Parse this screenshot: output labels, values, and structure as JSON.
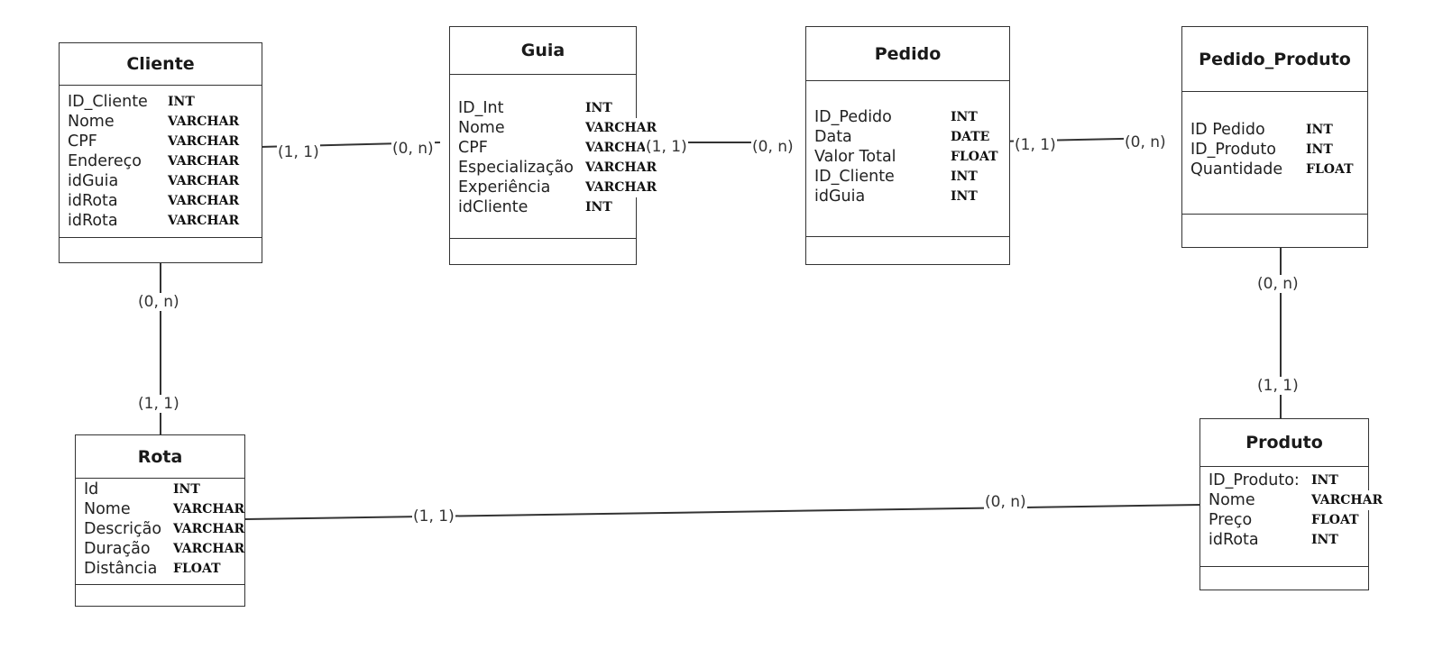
{
  "entities": {
    "cliente": {
      "name": "Cliente",
      "attributes": [
        {
          "name": "ID_Cliente",
          "type": "INT"
        },
        {
          "name": "Nome",
          "type": "VARCHAR"
        },
        {
          "name": "CPF",
          "type": "VARCHAR"
        },
        {
          "name": "Endereço",
          "type": "VARCHAR"
        },
        {
          "name": "idGuia",
          "type": "VARCHAR"
        },
        {
          "name": "idRota",
          "type": "VARCHAR"
        },
        {
          "name": "idRota",
          "type": "VARCHAR"
        }
      ]
    },
    "guia": {
      "name": "Guia",
      "attributes": [
        {
          "name": "ID_Int",
          "type": "INT"
        },
        {
          "name": "Nome",
          "type": "VARCHAR"
        },
        {
          "name": "CPF",
          "type": "VARCHAR"
        },
        {
          "name": "Especialização",
          "type": "VARCHAR"
        },
        {
          "name": "Experiência",
          "type": "VARCHAR"
        },
        {
          "name": "idCliente",
          "type": "INT"
        }
      ]
    },
    "pedido": {
      "name": "Pedido",
      "attributes": [
        {
          "name": "ID_Pedido",
          "type": "INT"
        },
        {
          "name": "Data",
          "type": "DATE"
        },
        {
          "name": "Valor Total",
          "type": "FLOAT"
        },
        {
          "name": "ID_Cliente",
          "type": "INT"
        },
        {
          "name": "idGuia",
          "type": "INT"
        }
      ]
    },
    "pedido_produto": {
      "name": "Pedido_Produto",
      "attributes": [
        {
          "name": "ID Pedido",
          "type": "INT"
        },
        {
          "name": "ID_Produto",
          "type": "INT"
        },
        {
          "name": "Quantidade",
          "type": "FLOAT"
        }
      ]
    },
    "rota": {
      "name": "Rota",
      "attributes": [
        {
          "name": "Id",
          "type": "INT"
        },
        {
          "name": "Nome",
          "type": "VARCHAR"
        },
        {
          "name": "Descrição",
          "type": "VARCHAR"
        },
        {
          "name": "Duração",
          "type": "VARCHAR"
        },
        {
          "name": "Distância",
          "type": "FLOAT"
        }
      ]
    },
    "produto": {
      "name": "Produto",
      "attributes": [
        {
          "name": "ID_Produto:",
          "type": "INT"
        },
        {
          "name": "Nome",
          "type": "VARCHAR"
        },
        {
          "name": "Preço",
          "type": "FLOAT"
        },
        {
          "name": "idRota",
          "type": "INT"
        }
      ]
    }
  },
  "relationships": {
    "cliente_guia": {
      "from_cardinality": "(1, 1)",
      "to_cardinality": "(0, n)"
    },
    "guia_pedido": {
      "from_cardinality": "(1, 1)",
      "to_cardinality": "(0, n)"
    },
    "pedido_pedido_produto": {
      "from_cardinality": "(1, 1)",
      "to_cardinality": "(0, n)"
    },
    "cliente_rota": {
      "from_cardinality": "(0, n)",
      "to_cardinality": "(1, 1)"
    },
    "pedido_produto_produto": {
      "from_cardinality": "(0, n)",
      "to_cardinality": "(1, 1)"
    },
    "rota_produto": {
      "from_cardinality": "(1, 1)",
      "to_cardinality": "(0, n)"
    }
  }
}
